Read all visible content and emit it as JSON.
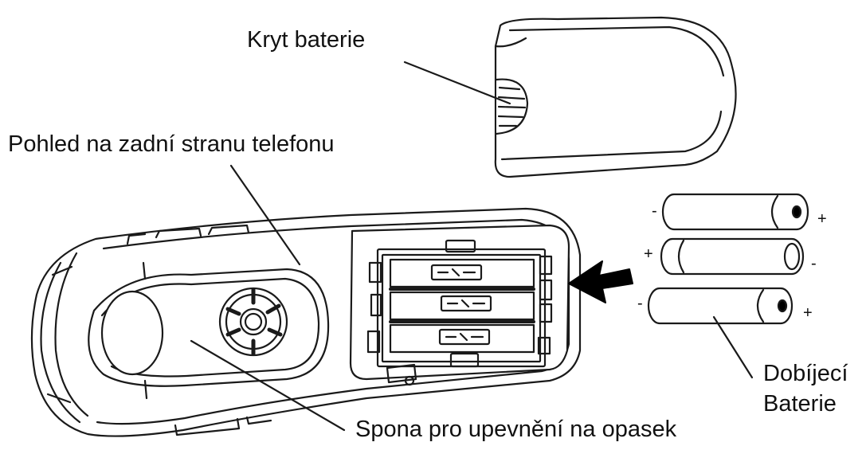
{
  "labels": {
    "battery_cover": "Kryt baterie",
    "rear_view": "Pohled na zadní stranu telefonu",
    "belt_clip": "Spona pro upevnění na opasek",
    "rechargeable_line1": "Dobíjecí",
    "rechargeable_line2": "Baterie"
  },
  "polarity": {
    "minus": "-",
    "plus": "+"
  },
  "icons": [
    "battery-cover-icon",
    "phone-back-icon",
    "speaker-grille-icon",
    "battery-compartment-icon",
    "insert-arrow-icon",
    "aaa-battery-icon"
  ],
  "colors": {
    "line": "#1a1a1a",
    "fill": "#ffffff",
    "arrow": "#000000"
  }
}
